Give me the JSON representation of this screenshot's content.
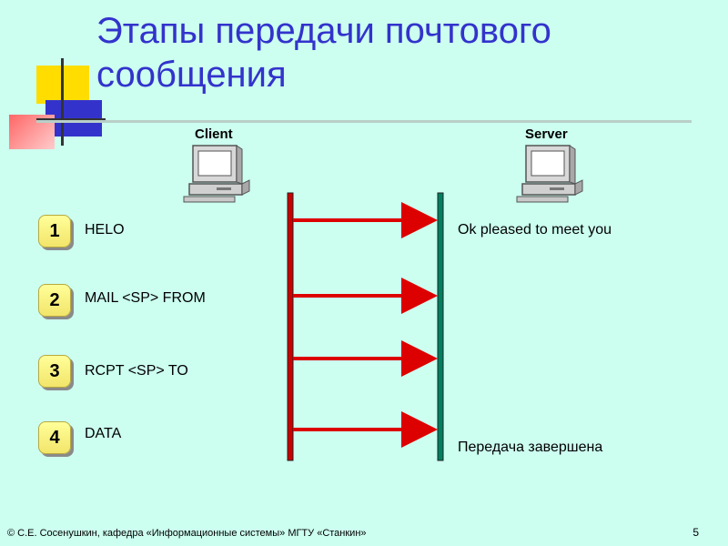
{
  "title": "Этапы передачи почтового сообщения",
  "client_label": "Client",
  "server_label": "Server",
  "steps": [
    {
      "num": "1",
      "command": "HELO"
    },
    {
      "num": "2",
      "command": "MAIL <SP> FROM"
    },
    {
      "num": "3",
      "command": "RCPT <SP> TO"
    },
    {
      "num": "4",
      "command": "DATA"
    }
  ],
  "responses": {
    "first": "Ok pleased to meet you",
    "last": "Передача завершена"
  },
  "footer": "© С.Е. Сосенушкин,  кафедра «Информационные  системы» МГТУ «Станкин»",
  "page_number": "5",
  "colors": {
    "background": "#ccfff0",
    "title": "#3333cc",
    "arrow": "#dd0000",
    "client_line": "#cc0000",
    "server_line": "#008060"
  },
  "icons": [
    "computer-icon-client",
    "computer-icon-server"
  ]
}
